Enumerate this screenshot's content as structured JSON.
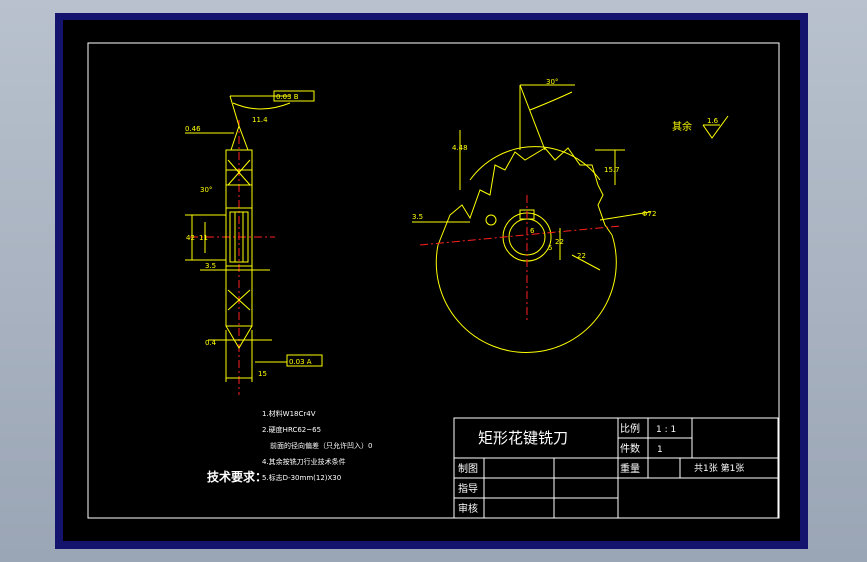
{
  "title_block": {
    "part_name": "矩形花键铣刀",
    "scale_label": "比例",
    "scale_value": "1 : 1",
    "quantity_label": "件数",
    "quantity_value": "1",
    "weight_label": "重量",
    "sheets": "共1张  第1张",
    "drawn_label": "制图",
    "guide_label": "指导",
    "review_label": "审核"
  },
  "tech_requirements": {
    "heading": "技术要求：",
    "items": [
      "1.材料W18Cr4V",
      "2.硬度HRC62~65",
      "前面的径向偏差（只允许凹入）0",
      "4.其余按铣刀行业技术条件",
      "5.标志D-30mm(12)X30"
    ]
  },
  "roughness_note": {
    "label": "其余",
    "value": "1.6"
  },
  "dimensions": {
    "left_view": [
      "0.46",
      "0.03 B",
      "11.4",
      "30°",
      "42",
      "11",
      "3.5",
      "0.4",
      "0.03 A",
      "15"
    ],
    "right_view": [
      "30°",
      "4.48",
      "15.7",
      "3.5",
      "6",
      "5",
      "22",
      "Φ72",
      "22"
    ]
  },
  "colors": {
    "canvas": "#000000",
    "frame": "#14146e",
    "drawing": "#ffff00",
    "center_lines": "#ff2020",
    "border": "#ffffff"
  }
}
